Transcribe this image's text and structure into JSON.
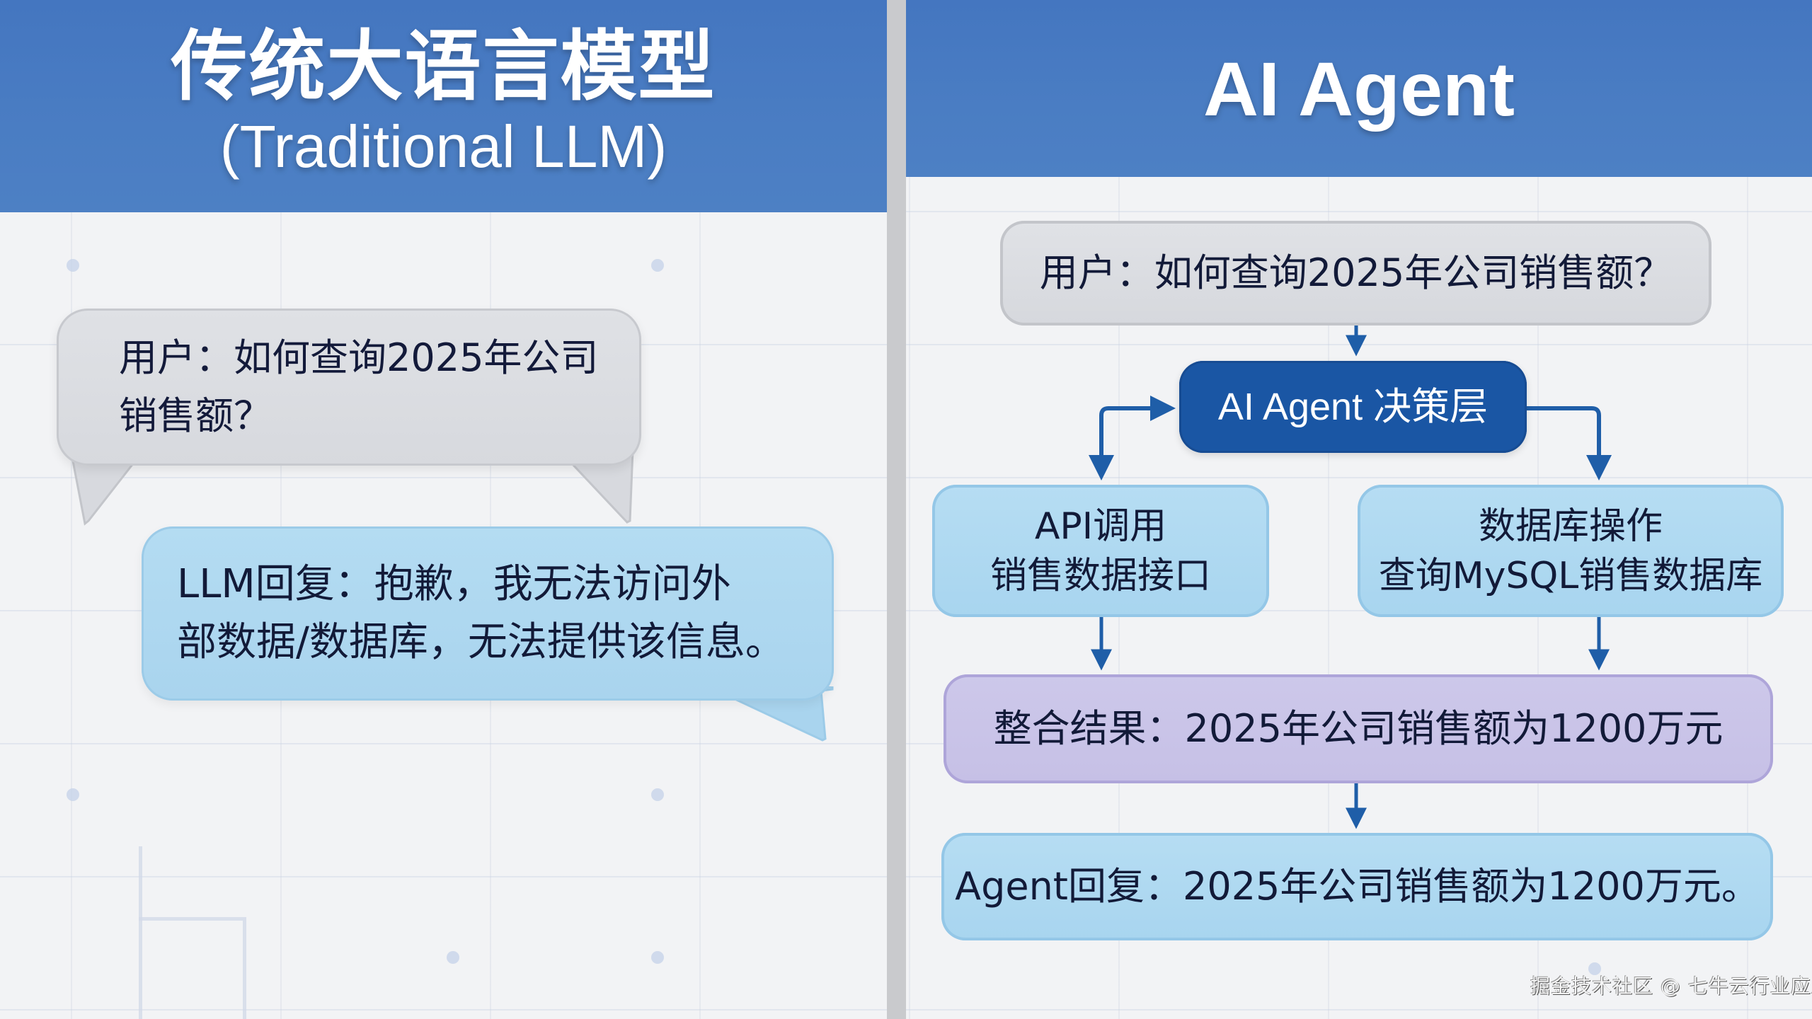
{
  "left_panel": {
    "title_cn": "传统大语言模型",
    "title_en": "(Traditional LLM)",
    "user_bubble": {
      "line1": "用户：如何查询2025年公司",
      "line2": "销售额？"
    },
    "llm_bubble": {
      "line1": "LLM回复：抱歉，我无法访问外",
      "line2": "部数据/数据库，无法提供该信息。"
    }
  },
  "right_panel": {
    "title": "AI Agent",
    "flow": {
      "user_query": "用户：如何查询2025年公司销售额？",
      "decision_layer": "AI Agent 决策层",
      "api_call": {
        "line1": "API调用",
        "line2": "销售数据接口"
      },
      "db_operation": {
        "line1": "数据库操作",
        "line2": "查询MySQL销售数据库"
      },
      "integrated_result": "整合结果：2025年公司销售额为1200万元",
      "agent_reply": "Agent回复：2025年公司销售额为1200万元。"
    }
  },
  "watermark": "掘金技术社区 @ 七牛云行业应用",
  "colors": {
    "header_blue": "#4a7dc3",
    "decision_blue": "#1a56a4",
    "arrow_blue": "#1f5ea8",
    "bubble_gray": "#dadce0",
    "bubble_light_blue": "#aed8f0",
    "result_purple": "#c9c3e8",
    "divider_gray": "#c9cacd",
    "background": "#f2f3f5"
  }
}
